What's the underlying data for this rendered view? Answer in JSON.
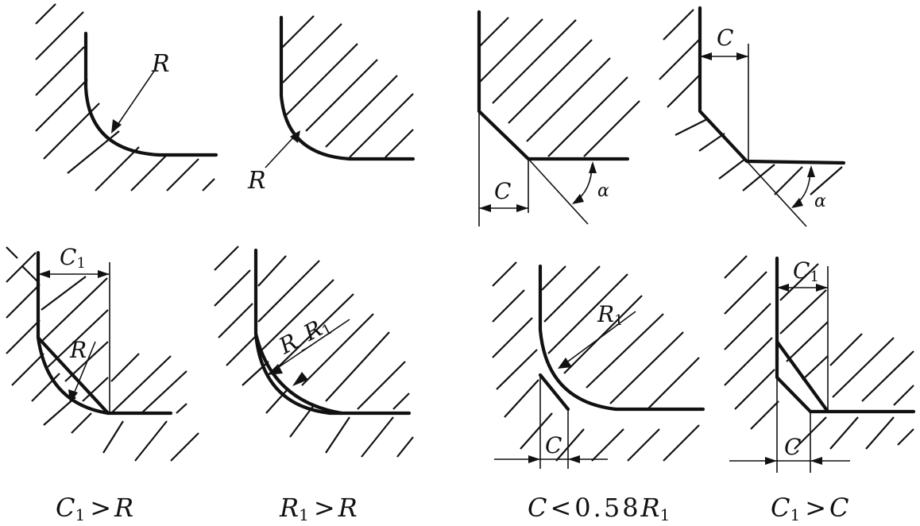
{
  "diagram": {
    "figures": [
      {
        "id": "fig1",
        "labels": [
          "R"
        ]
      },
      {
        "id": "fig2",
        "labels": [
          "R"
        ]
      },
      {
        "id": "fig3",
        "labels": [
          "C",
          "α"
        ]
      },
      {
        "id": "fig4",
        "labels": [
          "C",
          "α"
        ]
      },
      {
        "id": "fig5",
        "labels": [
          "C1",
          "R"
        ],
        "caption": {
          "a": "C",
          "a_sub": "1",
          "rel": ">",
          "b": "R"
        }
      },
      {
        "id": "fig6",
        "labels": [
          "R",
          "R1"
        ],
        "caption": {
          "a": "R",
          "a_sub": "1",
          "rel": ">",
          "b": "R"
        }
      },
      {
        "id": "fig7",
        "labels": [
          "R1",
          "C"
        ],
        "caption": {
          "a": "C",
          "rel": "<",
          "num": "0.58",
          "b": "R",
          "b_sub": "1"
        }
      },
      {
        "id": "fig8",
        "labels": [
          "C1",
          "C"
        ],
        "caption": {
          "a": "C",
          "a_sub": "1",
          "rel": ">",
          "b": "C"
        }
      }
    ],
    "text": {
      "R": "R",
      "C": "C",
      "alpha": "α",
      "C1_main": "C",
      "sub1": "1",
      "R1_main": "R",
      "dash": "_"
    }
  }
}
